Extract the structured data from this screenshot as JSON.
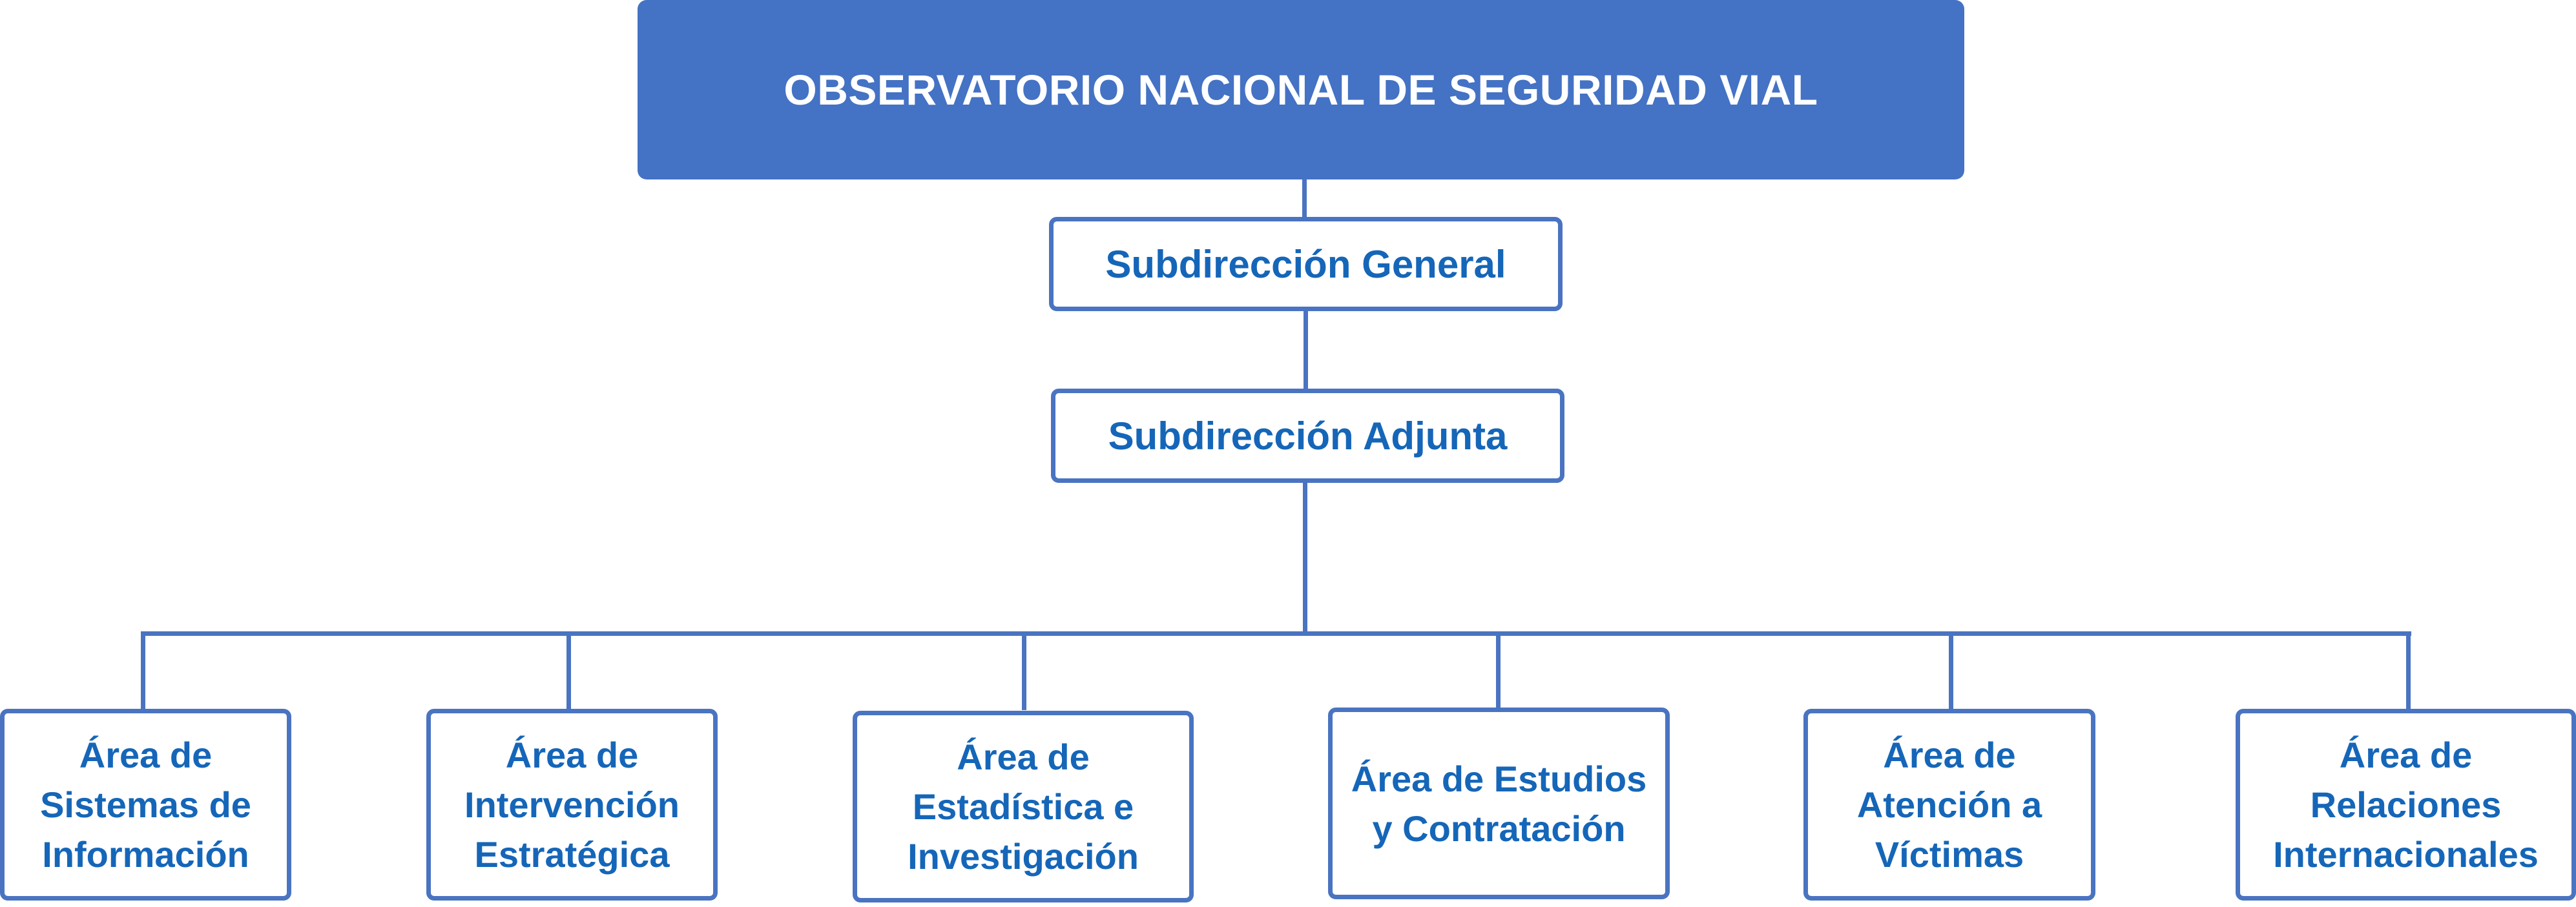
{
  "org_chart": {
    "root": {
      "label": "OBSERVATORIO NACIONAL DE SEGURIDAD VIAL"
    },
    "level1": {
      "label": "Subdirección General"
    },
    "level2": {
      "label": "Subdirección Adjunta"
    },
    "areas": [
      {
        "lines": [
          "Área de",
          "Sistemas de",
          "Información"
        ]
      },
      {
        "lines": [
          "Área de",
          "Intervención",
          "Estratégica"
        ]
      },
      {
        "lines": [
          "Área de",
          "Estadística e",
          "Investigación"
        ]
      },
      {
        "lines": [
          "Área de Estudios",
          "y Contratación"
        ]
      },
      {
        "lines": [
          "Área de",
          "Atención a",
          "Víctimas"
        ]
      },
      {
        "lines": [
          "Área de",
          "Relaciones",
          "Internacionales"
        ]
      }
    ]
  },
  "colors": {
    "root_fill": "#4472c4",
    "root_text": "#ffffff",
    "box_border": "#4a74c1",
    "box_text": "#1566b8",
    "connector": "#4a74c1"
  }
}
